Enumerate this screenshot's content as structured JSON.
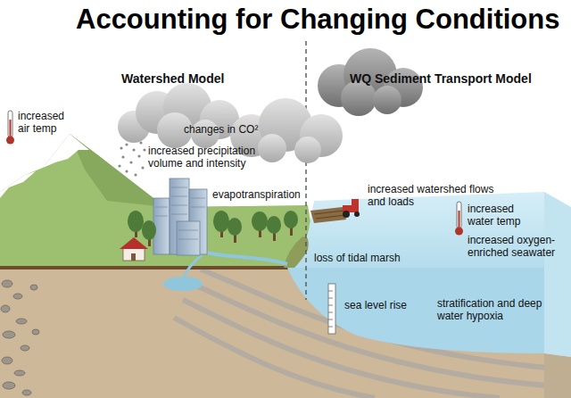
{
  "diagram": {
    "title": "Accounting for Changing Conditions",
    "labels": [
      "Watershed Model",
      "WQ Sediment Transport Model",
      "increased air temp",
      "changes in CO²",
      "increased precipitation volume and intensity",
      "evapotranspiration",
      "increased watershed flows and loads",
      "increased water temp",
      "increased oxygen-enriched seawater",
      "loss of tidal marsh",
      "sea level rise",
      "stratification and deep water hypoxia"
    ]
  }
}
